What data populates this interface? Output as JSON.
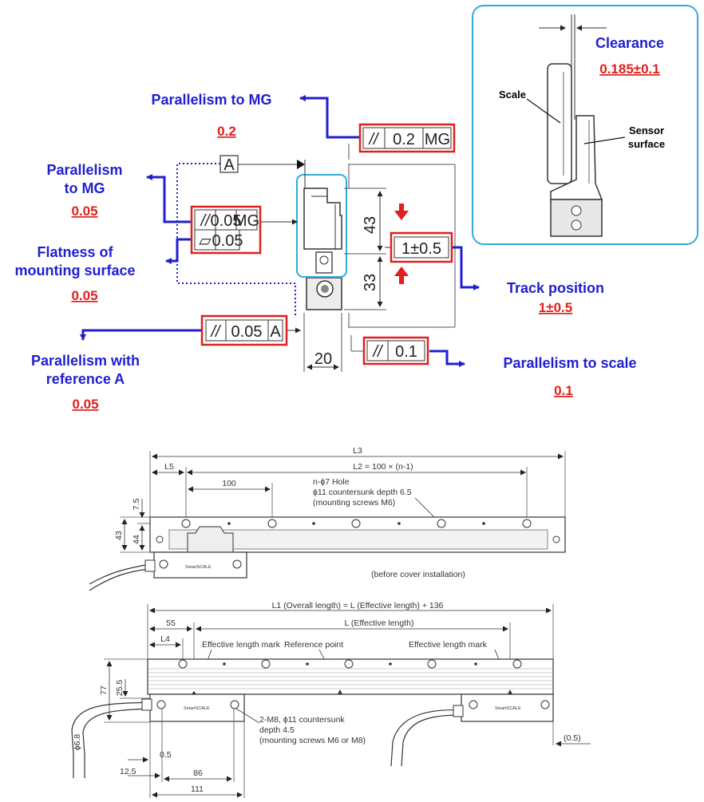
{
  "tolerance_callouts": {
    "parallelism_mg_top": {
      "label": "Parallelism to MG",
      "value": "0.2"
    },
    "parallelism_mg_left": {
      "label_line1": "Parallelism",
      "label_line2": "to MG",
      "value": "0.05"
    },
    "flatness": {
      "label_line1": "Flatness of",
      "label_line2": "mounting surface",
      "value": "0.05"
    },
    "parallelism_ref_a": {
      "label_line1": "Parallelism with",
      "label_line2": "reference A",
      "value": "0.05"
    },
    "track_position": {
      "label": "Track position",
      "value": "1±0.5"
    },
    "parallelism_scale": {
      "label": "Parallelism to scale",
      "value": "0.1"
    },
    "clearance": {
      "label": "Clearance",
      "value": "0.185±0.1"
    }
  },
  "feature_frames": {
    "top": {
      "symbol": "//",
      "value": "0.2",
      "ref": "MG"
    },
    "left_a": {
      "symbol": "//",
      "value": "0.05",
      "ref": "MG"
    },
    "left_b": {
      "symbol": "▱",
      "value": "0.05"
    },
    "ref_a_frame": {
      "symbol": "//",
      "value": "0.05",
      "ref": "A"
    },
    "scale_frame": {
      "symbol": "//",
      "value": "0.1"
    },
    "datum": "A",
    "track": "1±0.5"
  },
  "section_dims": {
    "h43": "43",
    "h33": "33",
    "w20": "20"
  },
  "inset": {
    "scale": "Scale",
    "sensor_line1": "Sensor",
    "sensor_line2": "surface"
  },
  "plan_top": {
    "l3": "L3",
    "l5": "L5",
    "l2": "L2 = 100 × (n-1)",
    "d100": "100",
    "hole1": "n-ϕ7 Hole",
    "hole2": "ϕ11 countersunk depth 6.5",
    "hole3": "(mounting screws M6)",
    "d75": "7.5",
    "d43": "43",
    "d44": "44",
    "note": "(before cover installation)",
    "brand": "SmartSCALE"
  },
  "plan_bottom": {
    "l1": "L1 (Overall length) = L (Effective length) + 136",
    "d55": "55",
    "l": "L (Effective length)",
    "l4": "L4",
    "mark1": "Effective length mark",
    "ref": "Reference point",
    "mark2": "Effective length mark",
    "d77": "77",
    "d255": "25.5",
    "d68": "ϕ6.8",
    "m8_1": "2-M8, ϕ11 countersunk",
    "m8_2": "depth 4.5",
    "m8_3": "(mounting screws M6 or M8)",
    "d05": "0.5",
    "d125": "12.5",
    "d86": "86",
    "d111": "111",
    "d05b": "(0.5)",
    "brand": "SmartSCALE"
  },
  "colors": {
    "blue": "#1f1fd0",
    "red": "#e0201c",
    "cyan": "#33aadd"
  }
}
